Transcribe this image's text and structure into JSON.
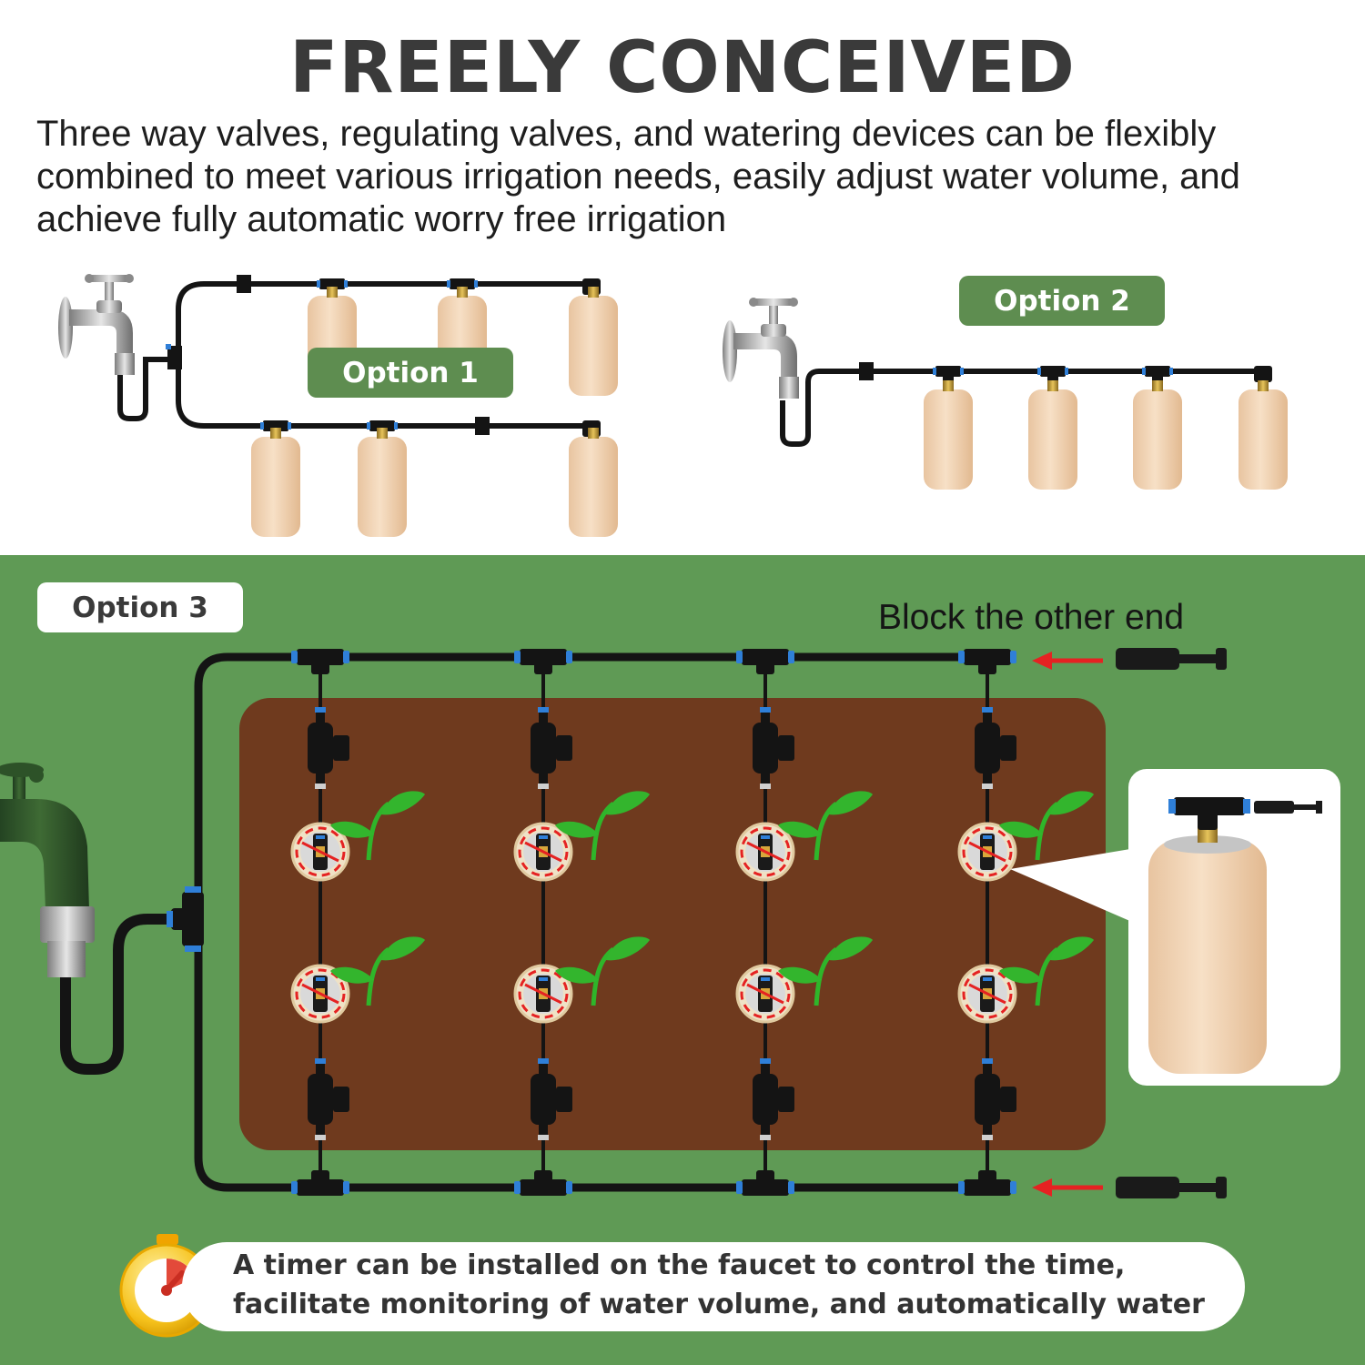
{
  "title": "FREELY CONCEIVED",
  "intro": "Three way valves, regulating valves, and watering devices can be flexibly combined to meet various irrigation needs, easily adjust water volume, and achieve fully automatic worry free irrigation",
  "options": {
    "option1": "Option 1",
    "option2": "Option 2",
    "option3": "Option 3"
  },
  "block_label": "Block the other end",
  "timer_note": {
    "line1": "A timer can be installed on the faucet to control the time,",
    "line2": "facilitate monitoring of water volume, and automatically water"
  },
  "colors": {
    "green_panel": "#5f9a55",
    "soil": "#6f3a1e",
    "terracotta": "#f3d7bb",
    "pill_green": "#5e8d50",
    "tube": "#141414",
    "fitting_blue": "#2f7fd8",
    "arrow_red": "#e52222"
  },
  "icons": [
    "faucet-icon",
    "stopwatch-icon",
    "sprout-icon",
    "plug-icon",
    "arrow-icon",
    "valve-icon",
    "tee-fitting-icon"
  ]
}
